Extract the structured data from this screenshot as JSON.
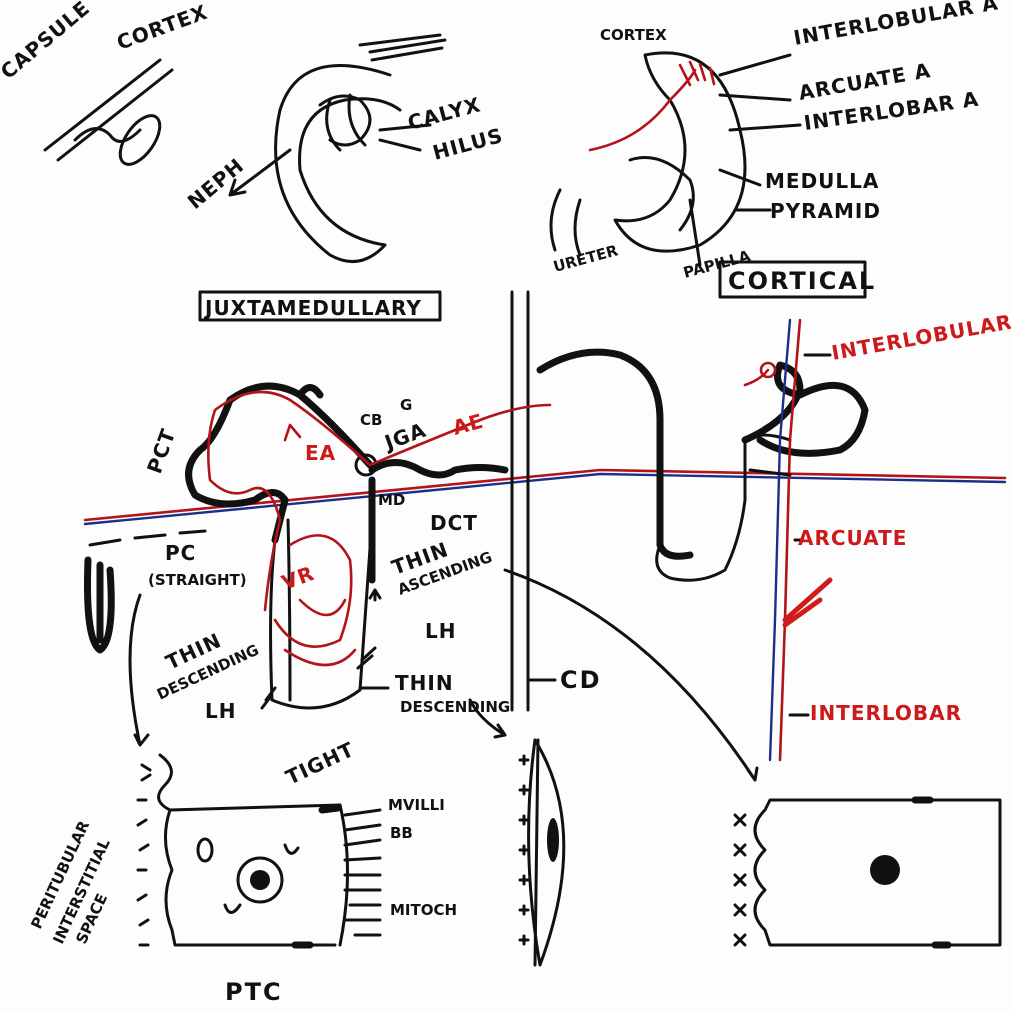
{
  "colors": {
    "ink": "#111111",
    "artery": "#cc1a1a",
    "vein": "#1b2f8a",
    "paper": "#fdfdfd"
  },
  "top_left": {
    "capsule": "CAPSULE",
    "cortex": "CORTEX",
    "neph": "NEPH",
    "calyx": "CALYX",
    "hilus": "HILUS",
    "juxtamedullary": "JUXTAMEDULLARY"
  },
  "top_right": {
    "cortex": "CORTEX",
    "interlobular_a": "INTERLOBULAR A",
    "arcuate_a": "ARCUATE A",
    "interlobar_a": "INTERLOBAR A",
    "medulla": "MEDULLA",
    "pyramid": "PYRAMID",
    "ureter": "URETER",
    "papilla": "PAPILLA",
    "cortical": "CORTICAL"
  },
  "nephron": {
    "pct": "PCT",
    "ea": "EA",
    "cb": "CB",
    "g": "G",
    "jga": "JGA",
    "ae": "AE",
    "md": "MD",
    "dct": "DCT",
    "pc_straight_1": "PC",
    "pc_straight_2": "(STRAIGHT)",
    "vr": "VR",
    "thin_desc_1": "THIN",
    "thin_desc_2": "DESCENDING",
    "thin_desc_3": "LH",
    "thin_asc_1": "THIN",
    "thin_asc_2": "ASCENDING",
    "thin_asc_3": "LH",
    "thin_desc_lower_1": "THIN",
    "thin_desc_lower_2": "DESCENDING",
    "cd": "CD",
    "interlobular": "INTERLOBULAR",
    "arcuate": "ARCUATE",
    "interlobar": "INTERLOBAR"
  },
  "cells": {
    "peritubular_1": "PERITUBULAR",
    "peritubular_2": "INTERSTITIAL",
    "peritubular_3": "SPACE",
    "tight": "TIGHT",
    "mvilli": "MVILLI",
    "bb": "BB",
    "mitochondria": "MITOCH",
    "ptc": "PTC"
  }
}
